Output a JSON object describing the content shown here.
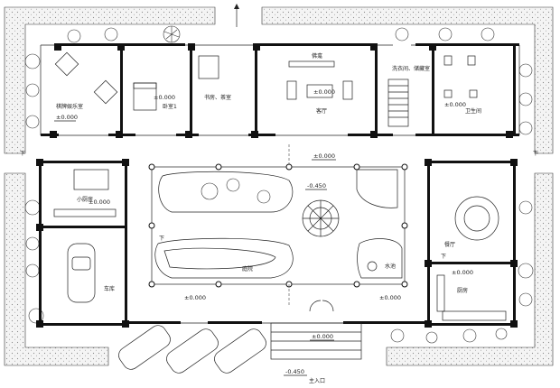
{
  "rooms": {
    "game_room": "棋牌娱乐室",
    "bedroom1": "卧室1",
    "study_tea": "书房、茶室",
    "living": "客厅",
    "buddha": "佛龛",
    "laundry_storage": "洗衣间、储藏室",
    "toilet": "卫生间",
    "small_kitchen": "小厨房",
    "garage": "车库",
    "dining": "餐厅",
    "kitchen": "厨房",
    "courtyard_garden": "庭院",
    "pond": "水池",
    "main_entrance": "主入口"
  },
  "elevations": {
    "e1": "±0.000",
    "e2": "±0.000",
    "e3": "±0.000",
    "e4": "±0.000",
    "e5": "±0.000",
    "e6": "±0.000",
    "e7": "-0.450",
    "e8": "±0.000",
    "e9": "±0.000",
    "e10": "±0.000",
    "e11": "±0.000",
    "e12": "-0.450"
  },
  "marks": {
    "down_left": "下",
    "down_right": "下",
    "down_garden_left": "下",
    "down_garden_right": "下"
  },
  "colors": {
    "wall": "#111111",
    "line": "#222222",
    "background": "#ffffff"
  }
}
